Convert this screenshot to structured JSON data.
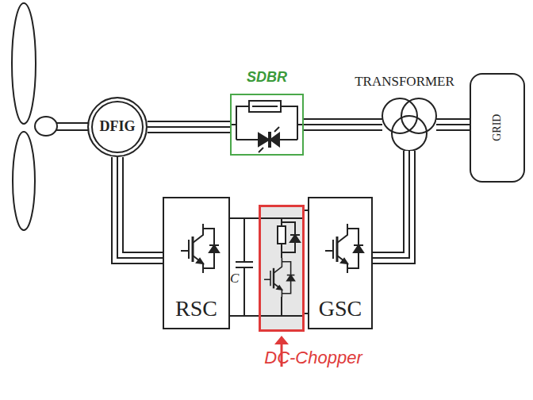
{
  "diagram": {
    "nodes": [
      {
        "text": [
          "DFIG"
        ]
      },
      {
        "text": [
          "SDBR"
        ]
      },
      {
        "text": [
          "TRANSFORMER"
        ]
      },
      {
        "text": [
          "GRID"
        ]
      },
      {
        "text": [
          "RSC"
        ]
      },
      {
        "text": [
          "DC-Chopper"
        ]
      },
      {
        "text": [
          "GSC"
        ]
      }
    ],
    "edges": [
      {
        "from": 0,
        "to": 1,
        "arrow": "none"
      },
      {
        "from": 1,
        "to": 2,
        "arrow": "none"
      },
      {
        "from": 2,
        "to": 3,
        "arrow": "none"
      },
      {
        "from": 0,
        "to": 4,
        "arrow": "none"
      },
      {
        "from": 4,
        "to": 5,
        "arrow": "none"
      },
      {
        "from": 5,
        "to": 6,
        "arrow": "none"
      },
      {
        "from": 6,
        "to": 2,
        "arrow": "none"
      }
    ],
    "labels": [
      "C"
    ]
  }
}
